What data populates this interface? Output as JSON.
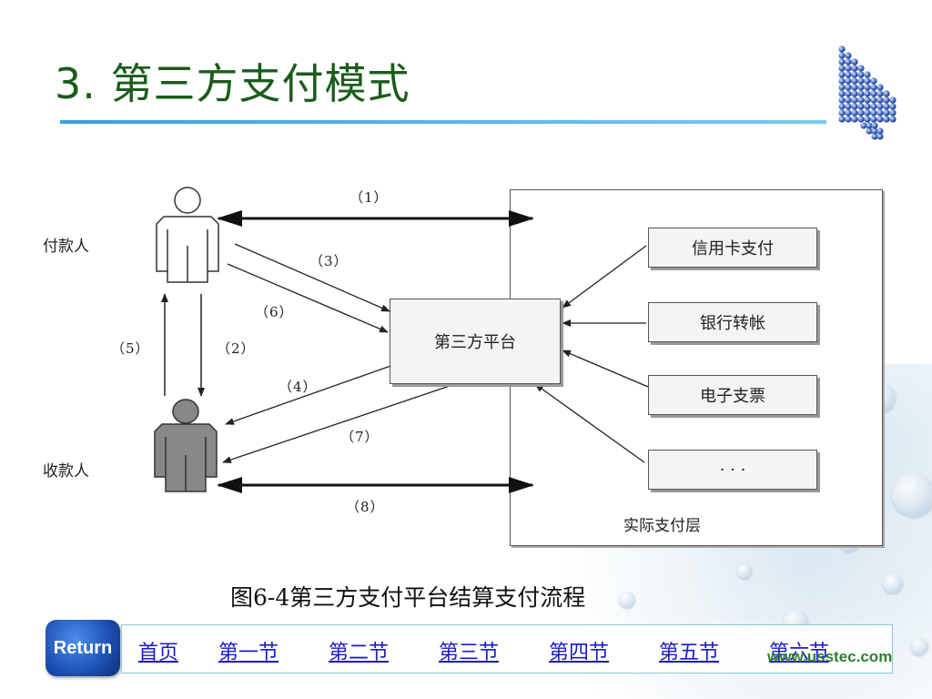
{
  "slide": {
    "title": "3. 第三方支付模式",
    "caption": "图6-4第三方支付平台结算支付流程"
  },
  "diagram": {
    "payer_label": "付款人",
    "payee_label": "收款人",
    "platform_label": "第三方平台",
    "layer_label": "实际支付层",
    "methods": [
      "信用卡支付",
      "银行转帐",
      "电子支票",
      "· · ·"
    ],
    "steps": [
      "（1）",
      "（2）",
      "（3）",
      "（4）",
      "（5）",
      "（6）",
      "（7）",
      "（8）"
    ]
  },
  "nav": {
    "return_label": "Return",
    "links": [
      "首页",
      "第一节",
      "第二节",
      "第三节",
      "第四节",
      "第五节",
      "第六节"
    ]
  },
  "watermark": "www.usstec.com",
  "colors": {
    "title": "#1a5c1a",
    "rule": "#3aa0dd",
    "link": "#1a1ac8",
    "payee_fill": "#888888"
  }
}
